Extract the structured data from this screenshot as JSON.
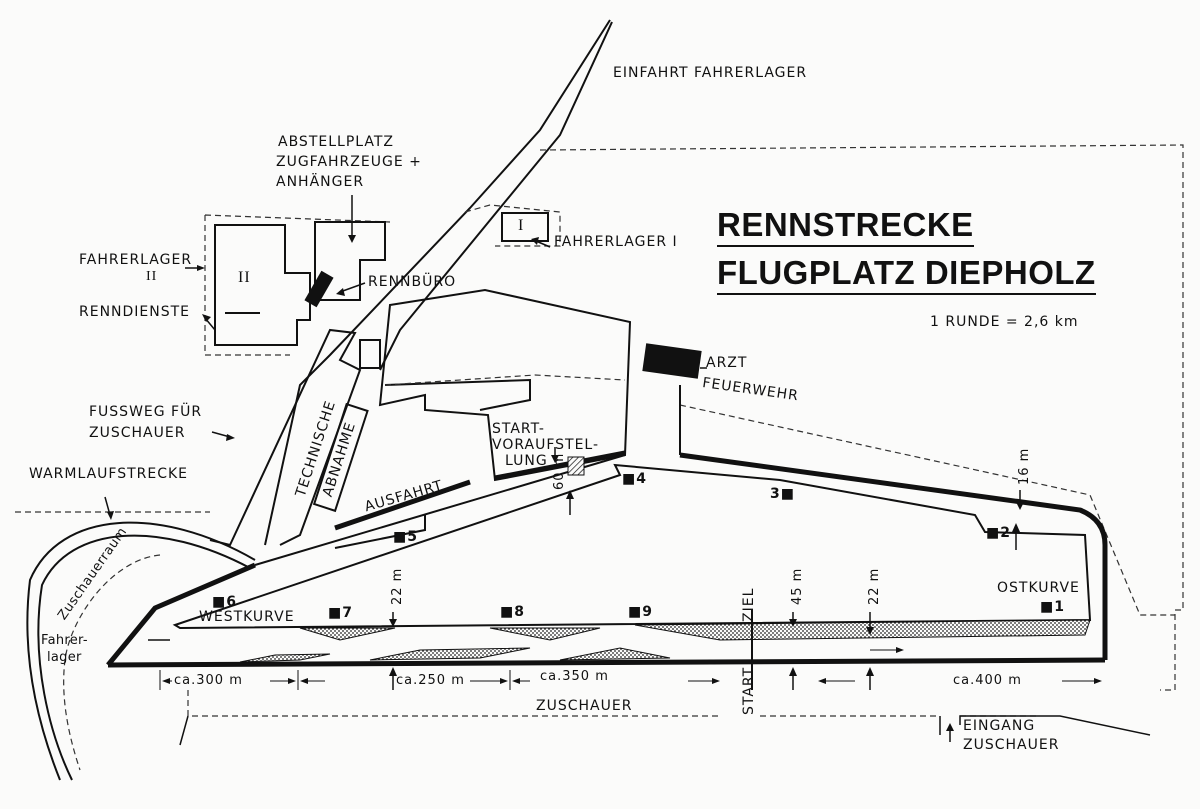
{
  "title": {
    "line1": "RENNSTRECKE",
    "line2": "FLUGPLATZ DIEPHOLZ"
  },
  "lap_length": "1 RUNDE = 2,6 km",
  "labels": {
    "einfahrt_fahrerlager": "EINFAHRT FAHRERLAGER",
    "abstellplatz_1": "ABSTELLPLATZ",
    "abstellplatz_2": "ZUGFAHRZEUGE +",
    "abstellplatz_3": "ANHÄNGER",
    "fahrerlager_i": "FAHRERLAGER I",
    "fahrerlager_ii_1": "FAHRERLAGER",
    "fahrerlager_ii_2": "II",
    "renndienste": "RENNDIENSTE",
    "rennbuero": "RENNBÜRO",
    "arzt": "ARZT",
    "feuerwehr": "FEUERWEHR",
    "fussweg_1": "FUSSWEG FÜR",
    "fussweg_2": "ZUSCHAUER",
    "warmlaufstrecke": "WARMLAUFSTRECKE",
    "technische": "TECHNISCHE",
    "abnahme": "ABNAHME",
    "ausfahrt": "AUSFAHRT",
    "start_1": "START-",
    "start_2": "VORAUFSTEL-",
    "start_3": "LUNG",
    "zuschauerraum": "Zuschauerraum",
    "fahrerlager_small_1": "Fahrer-",
    "fahrerlager_small_2": "lager",
    "westkurve": "WESTKURVE",
    "ostkurve": "OSTKURVE",
    "ziel": "ZIEL",
    "start_line": "START",
    "zuschauer": "ZUSCHAUER",
    "eingang_1": "EINGANG",
    "eingang_2": "ZUSCHAUER",
    "building_i": "I",
    "building_ii": "II"
  },
  "widths": {
    "w60": "60 m",
    "w16": "16 m",
    "w22a": "22 m",
    "w45": "45 m",
    "w22b": "22 m"
  },
  "distances": {
    "d300": "ca.300 m",
    "d250": "ca.250 m",
    "d350": "ca.350 m",
    "d400": "ca.400 m"
  },
  "posts": {
    "p1": "1",
    "p2": "2",
    "p3": "3",
    "p4": "4",
    "p5": "5",
    "p6": "6",
    "p7": "7",
    "p8": "8",
    "p9": "9"
  }
}
